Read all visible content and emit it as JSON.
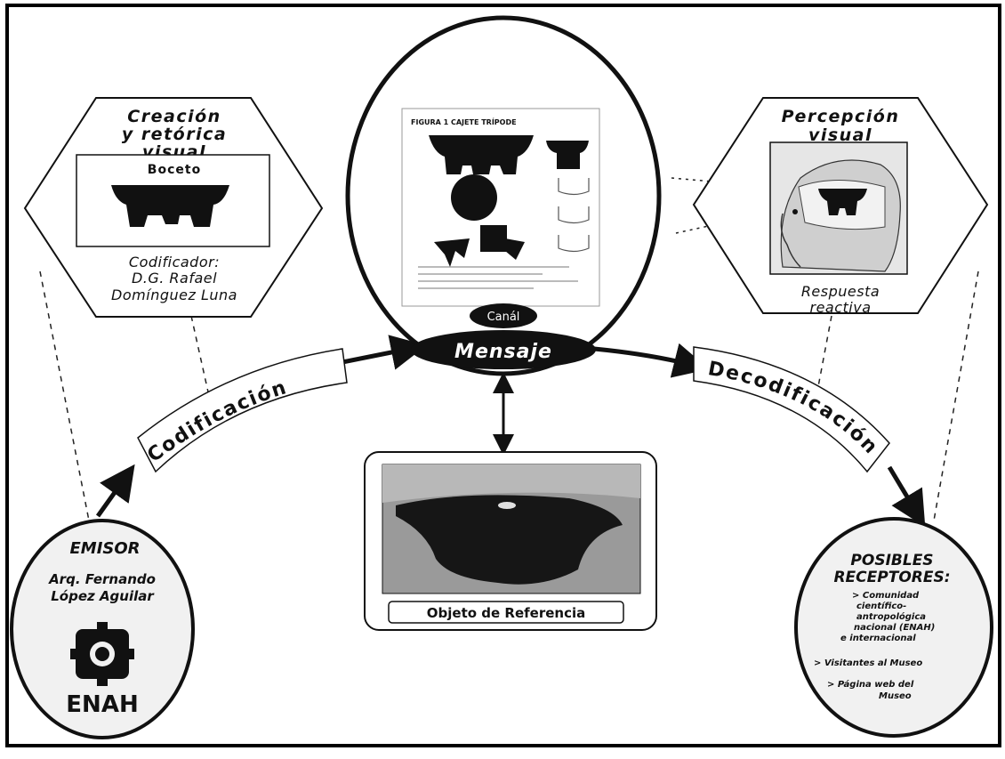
{
  "diagram": {
    "left_hexagon": {
      "title_lines": [
        "Creación",
        "y retórica",
        "visual"
      ],
      "sketch_label": "Boceto",
      "coder_lines": [
        "Codificador:",
        "D.G. Rafael",
        "Domínguez Luna"
      ]
    },
    "right_hexagon": {
      "title_lines": [
        "Percepción",
        "visual"
      ],
      "response_lines": [
        "Respuesta",
        "reactiva"
      ]
    },
    "center": {
      "figure_heading": "FIGURA 1    CAJETE TRÍPODE",
      "canal_label": "Canál",
      "message_label": "Mensaje"
    },
    "reference": {
      "label": "Objeto de Referencia"
    },
    "emitter": {
      "title": "EMISOR",
      "name_lines": [
        "Arq. Fernando",
        "López Aguilar"
      ],
      "institution": "ENAH"
    },
    "receivers": {
      "title_lines": [
        "POSIBLES",
        "RECEPTORES:"
      ],
      "items": [
        [
          "> Comunidad",
          "científico-",
          "antropológica",
          "nacional (ENAH)",
          "e internacional"
        ],
        [
          "> Visitantes al Museo"
        ],
        [
          "> Página web del",
          "Museo"
        ]
      ]
    },
    "banners": {
      "left": "Codificación",
      "right": "Decodificación"
    },
    "colors": {
      "ink": "#111111",
      "paper": "#ffffff",
      "photo_bg": "#9a9a9a",
      "frame": "#000000"
    }
  }
}
